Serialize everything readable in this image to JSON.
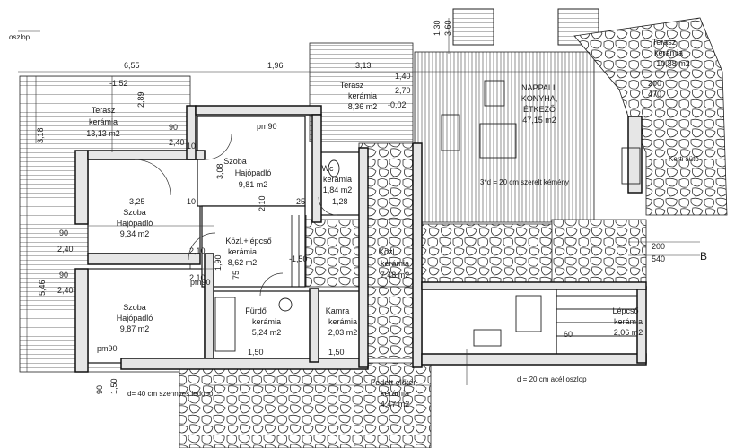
{
  "labels": {
    "oszlop_tl": "oszlop",
    "terrace_left": [
      "Terasz",
      "kerámia",
      "13,13 m2"
    ],
    "terrace_mid": [
      "Terasz",
      "kerámia",
      "8,36 m2"
    ],
    "terrace_right": [
      "Terasz",
      "kerámia",
      "10,88 m2"
    ],
    "room_top": [
      "Szoba",
      "Hajópadló",
      "9,81 m2"
    ],
    "room_left": [
      "Szoba",
      "Hajópadló",
      "9,34 m2"
    ],
    "room_bottom": [
      "Szoba",
      "Hajópadló",
      "9,87 m2"
    ],
    "wc": [
      "Wc",
      "kerámia",
      "1,84 m2"
    ],
    "hall": [
      "Közl.+lépcső",
      "kerámia",
      "8,62 m2"
    ],
    "living": [
      "NAPPALI,",
      "KONYHA,",
      "ÉTKEZŐ",
      "47,15 m2"
    ],
    "bath": [
      "Fürdő",
      "kerámia",
      "5,24 m2"
    ],
    "pantry": [
      "Kamra",
      "kerámia",
      "2,03 m2"
    ],
    "corridor": [
      "Közl.",
      "kerámia",
      "7,48 m2"
    ],
    "stairs": [
      "Lépcső",
      "kerámia",
      "2,06 m2"
    ],
    "entrance": [
      "Fedett előtér",
      "kerámia",
      "4,47 m2"
    ],
    "note_wall": "d= 40 cm szennyes ledobó",
    "note_column": "d = 20 cm acél oszlop",
    "note_beam": "3*d = 20 cm szerelt kémény",
    "section_mark": "B",
    "kerti_sutö": "Kerti sütő"
  },
  "dimensions": {
    "d655": "6,55",
    "d196": "1,96",
    "d313": "3,13",
    "d140": "1,40",
    "d270a": "2,70",
    "d152": "-1,52",
    "d289": "2,89",
    "d318": "3,18",
    "d546": "5,46",
    "d325": "3,25",
    "d308": "3,08",
    "d210a": "2,10",
    "d210b": "2,10",
    "d210c": "2,10",
    "d190": "1,90",
    "d240a": "2,40",
    "d240b": "2,40",
    "d240c": "2,40",
    "d90a": "90",
    "d90b": "90",
    "d90c": "90",
    "d90d": "90",
    "d10a": "10",
    "d10b": "10",
    "d25": "25",
    "d128": "1,28",
    "d150a": "1,50",
    "d150b": "1,50",
    "d150c": "1,50",
    "d200a": "200",
    "d540": "540",
    "d200b": "200",
    "d470": "470",
    "d360": "3,60",
    "d130": "1,30",
    "d002": "-0,02",
    "d150neg": "-1,50",
    "pm90a": "pm90",
    "pm90b": "pm90",
    "pm90c": "pm90",
    "d60": "60",
    "d75": "75"
  }
}
